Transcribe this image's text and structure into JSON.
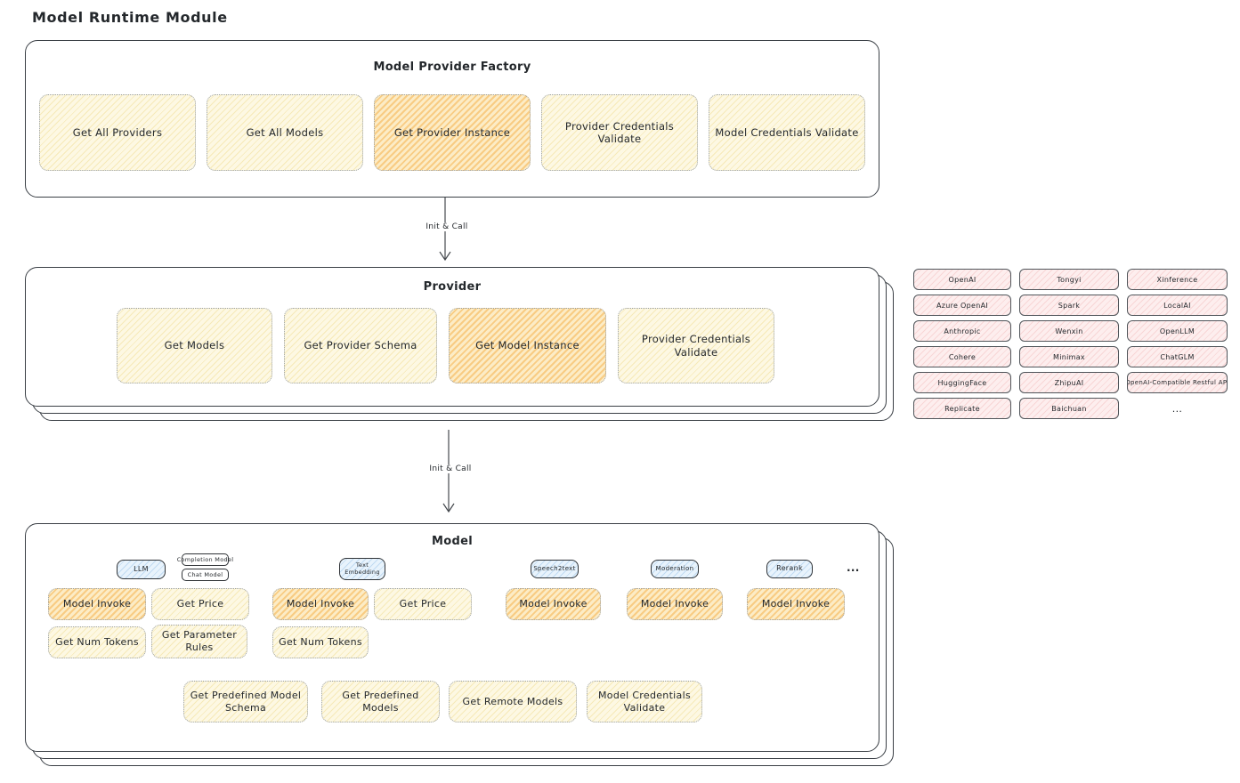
{
  "title": "Model Runtime Module",
  "factory": {
    "title": "Model Provider Factory",
    "items": [
      {
        "label": "Get All Providers"
      },
      {
        "label": "Get All Models"
      },
      {
        "label": "Get Provider Instance"
      },
      {
        "label": "Provider Credentials Validate"
      },
      {
        "label": "Model Credentials Validate"
      }
    ]
  },
  "arrow1": {
    "label": "Init & Call"
  },
  "arrow2": {
    "label": "Init & Call"
  },
  "provider": {
    "title": "Provider",
    "items": [
      {
        "label": "Get Models"
      },
      {
        "label": "Get Provider Schema"
      },
      {
        "label": "Get Model Instance"
      },
      {
        "label": "Provider Credentials Validate"
      }
    ]
  },
  "providers_grid": {
    "items": [
      "OpenAI",
      "Tongyi",
      "Xinference",
      "Azure OpenAI",
      "Spark",
      "LocalAI",
      "Anthropic",
      "Wenxin",
      "OpenLLM",
      "Cohere",
      "Minimax",
      "ChatGLM",
      "HuggingFace",
      "ZhipuAI",
      "OpenAI-Compatible Restful API",
      "Replicate",
      "Baichuan",
      "..."
    ]
  },
  "model": {
    "title": "Model",
    "types": {
      "llm": "LLM",
      "completion": "Completion Model",
      "chat": "Chat Model",
      "text_embedding": "Text Embedding",
      "speech2text": "Speech2text",
      "moderation": "Moderation",
      "rerank": "Rerank",
      "more": "..."
    },
    "functions": {
      "model_invoke": "Model Invoke",
      "get_price": "Get Price",
      "get_num_tokens": "Get Num Tokens",
      "get_parameter_rules": "Get Parameter Rules",
      "get_predefined_model_schema": "Get Predefined Model Schema",
      "get_predefined_models": "Get Predefined Models",
      "get_remote_models": "Get Remote Models",
      "model_credentials_validate": "Model Credentials Validate"
    }
  },
  "colors": {
    "yellow_fill": "#fdf8e3",
    "orange_fill": "#fbe3ae",
    "pink_fill": "#fdeeee",
    "blue_fill": "#e8f3fc",
    "ink": "#24282c"
  }
}
